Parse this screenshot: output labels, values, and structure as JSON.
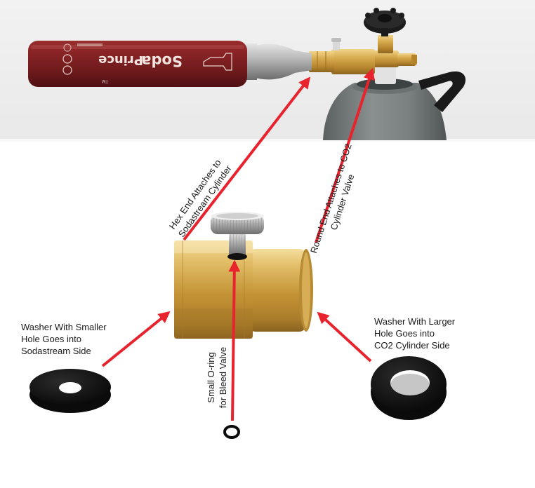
{
  "labels": {
    "hex_end": [
      "Hex End Attaches to",
      "Sodastream Cylinder"
    ],
    "round_end": [
      "Round End Attaches to CO2",
      "Cylinder Valve"
    ],
    "washer_small": [
      "Washer With Smaller",
      "Hole Goes into",
      "Sodastream Side"
    ],
    "washer_large": [
      "Washer With Larger",
      "Hole Goes into",
      "CO2 Cylinder Side"
    ],
    "oring": [
      "Small O-ring",
      "for Bleed Valve"
    ]
  },
  "product": {
    "brand_line1": "Soda",
    "brand_line2": "Prince",
    "tm": "TM"
  },
  "colors": {
    "arrow": "#e8232e",
    "brass": "#d4a84a",
    "cylinder_red": "#7d1f22",
    "tank_gray": "#7c8282"
  }
}
